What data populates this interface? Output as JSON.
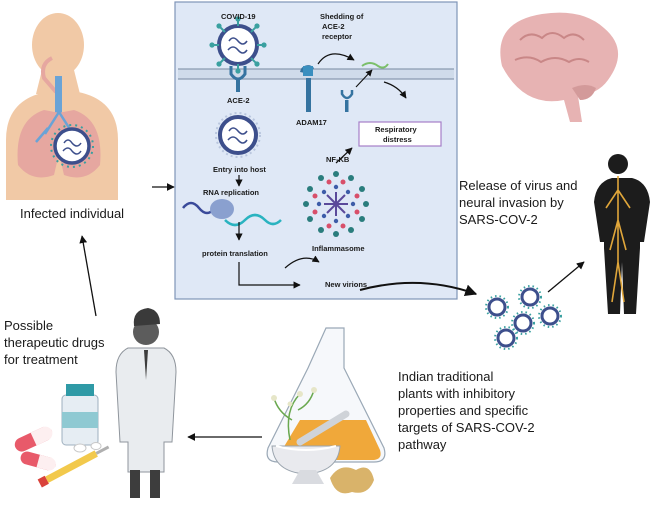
{
  "mechanism": {
    "covid": "COVID-19",
    "shedding": [
      "Shedding of",
      "ACE-2",
      "receptor"
    ],
    "ace2": "ACE-2",
    "adam17": "ADAM17",
    "respiratory": [
      "Respiratory",
      "distress"
    ],
    "entry": "Entry into host",
    "nfkb": "NF-KB",
    "rna": "RNA replication",
    "inflammasome": "Inflammasome",
    "protein": "protein translation",
    "virions": "New virions"
  },
  "infected_label": "Infected individual",
  "release_label": [
    "Release of virus and",
    "neural invasion by",
    "SARS-COV-2"
  ],
  "drugs_label": [
    "Possible",
    "therapeutic drugs",
    "for treatment"
  ],
  "plants_label": [
    "Indian traditional",
    "plants with inhibitory",
    "properties and specific",
    "targets of SARS-COV-2",
    "pathway"
  ],
  "colors": {
    "panel_bg": "#dfe8f6",
    "panel_border": "#7f95b8",
    "virus": "#3d4f8c",
    "spike": "#3aa0a0",
    "receptor": "#3573a0",
    "rna_teal": "#2ab3c0",
    "rna_blue": "#3a4a9a",
    "skin": "#f1c9a6",
    "lung": "#e6a7a0",
    "brain": "#e7b3b3",
    "neural": "#e0a63a",
    "distress_border": "#a67fc8"
  }
}
